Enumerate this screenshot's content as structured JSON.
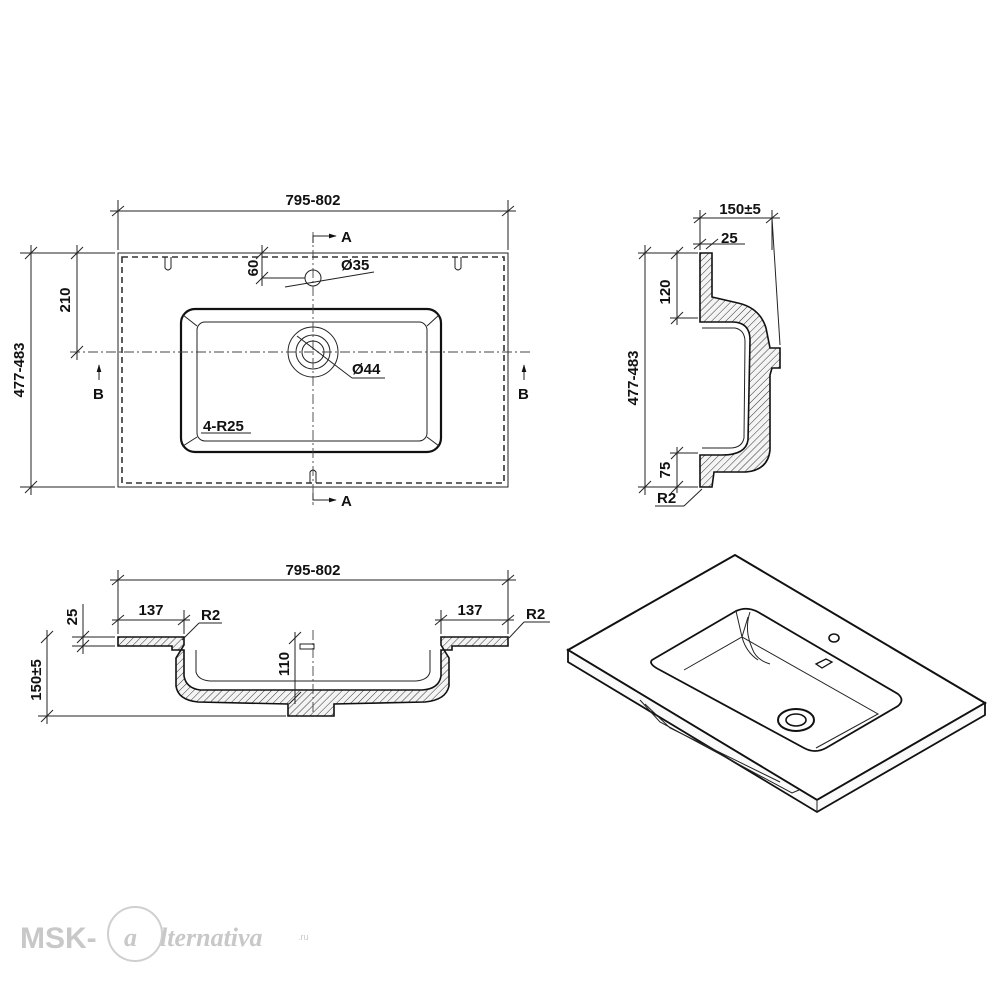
{
  "drawing": {
    "plan_view": {
      "width_label": "795-802",
      "depth_label": "477-483",
      "offset_label": "210",
      "tap_offset_label": "60",
      "tap_hole_label": "Ø35",
      "drain_label": "Ø44",
      "radius_label": "4-R25",
      "section_a_label": "A",
      "section_b_label": "B"
    },
    "side_section": {
      "height_label": "150±5",
      "wall_label": "25",
      "upper_label": "120",
      "depth_label": "477-483",
      "lower_label": "75",
      "radius_label": "R2"
    },
    "front_section": {
      "width_label": "795-802",
      "left_rim_label": "137",
      "right_rim_label": "137",
      "radius_left_label": "R2",
      "radius_right_label": "R2",
      "thickness_label": "25",
      "height_label": "150±5",
      "bowl_depth_label": "110"
    }
  },
  "watermark": {
    "prefix": "MSK-",
    "circle_letter": "a",
    "suffix": "lternativa",
    "domain": ".ru"
  }
}
